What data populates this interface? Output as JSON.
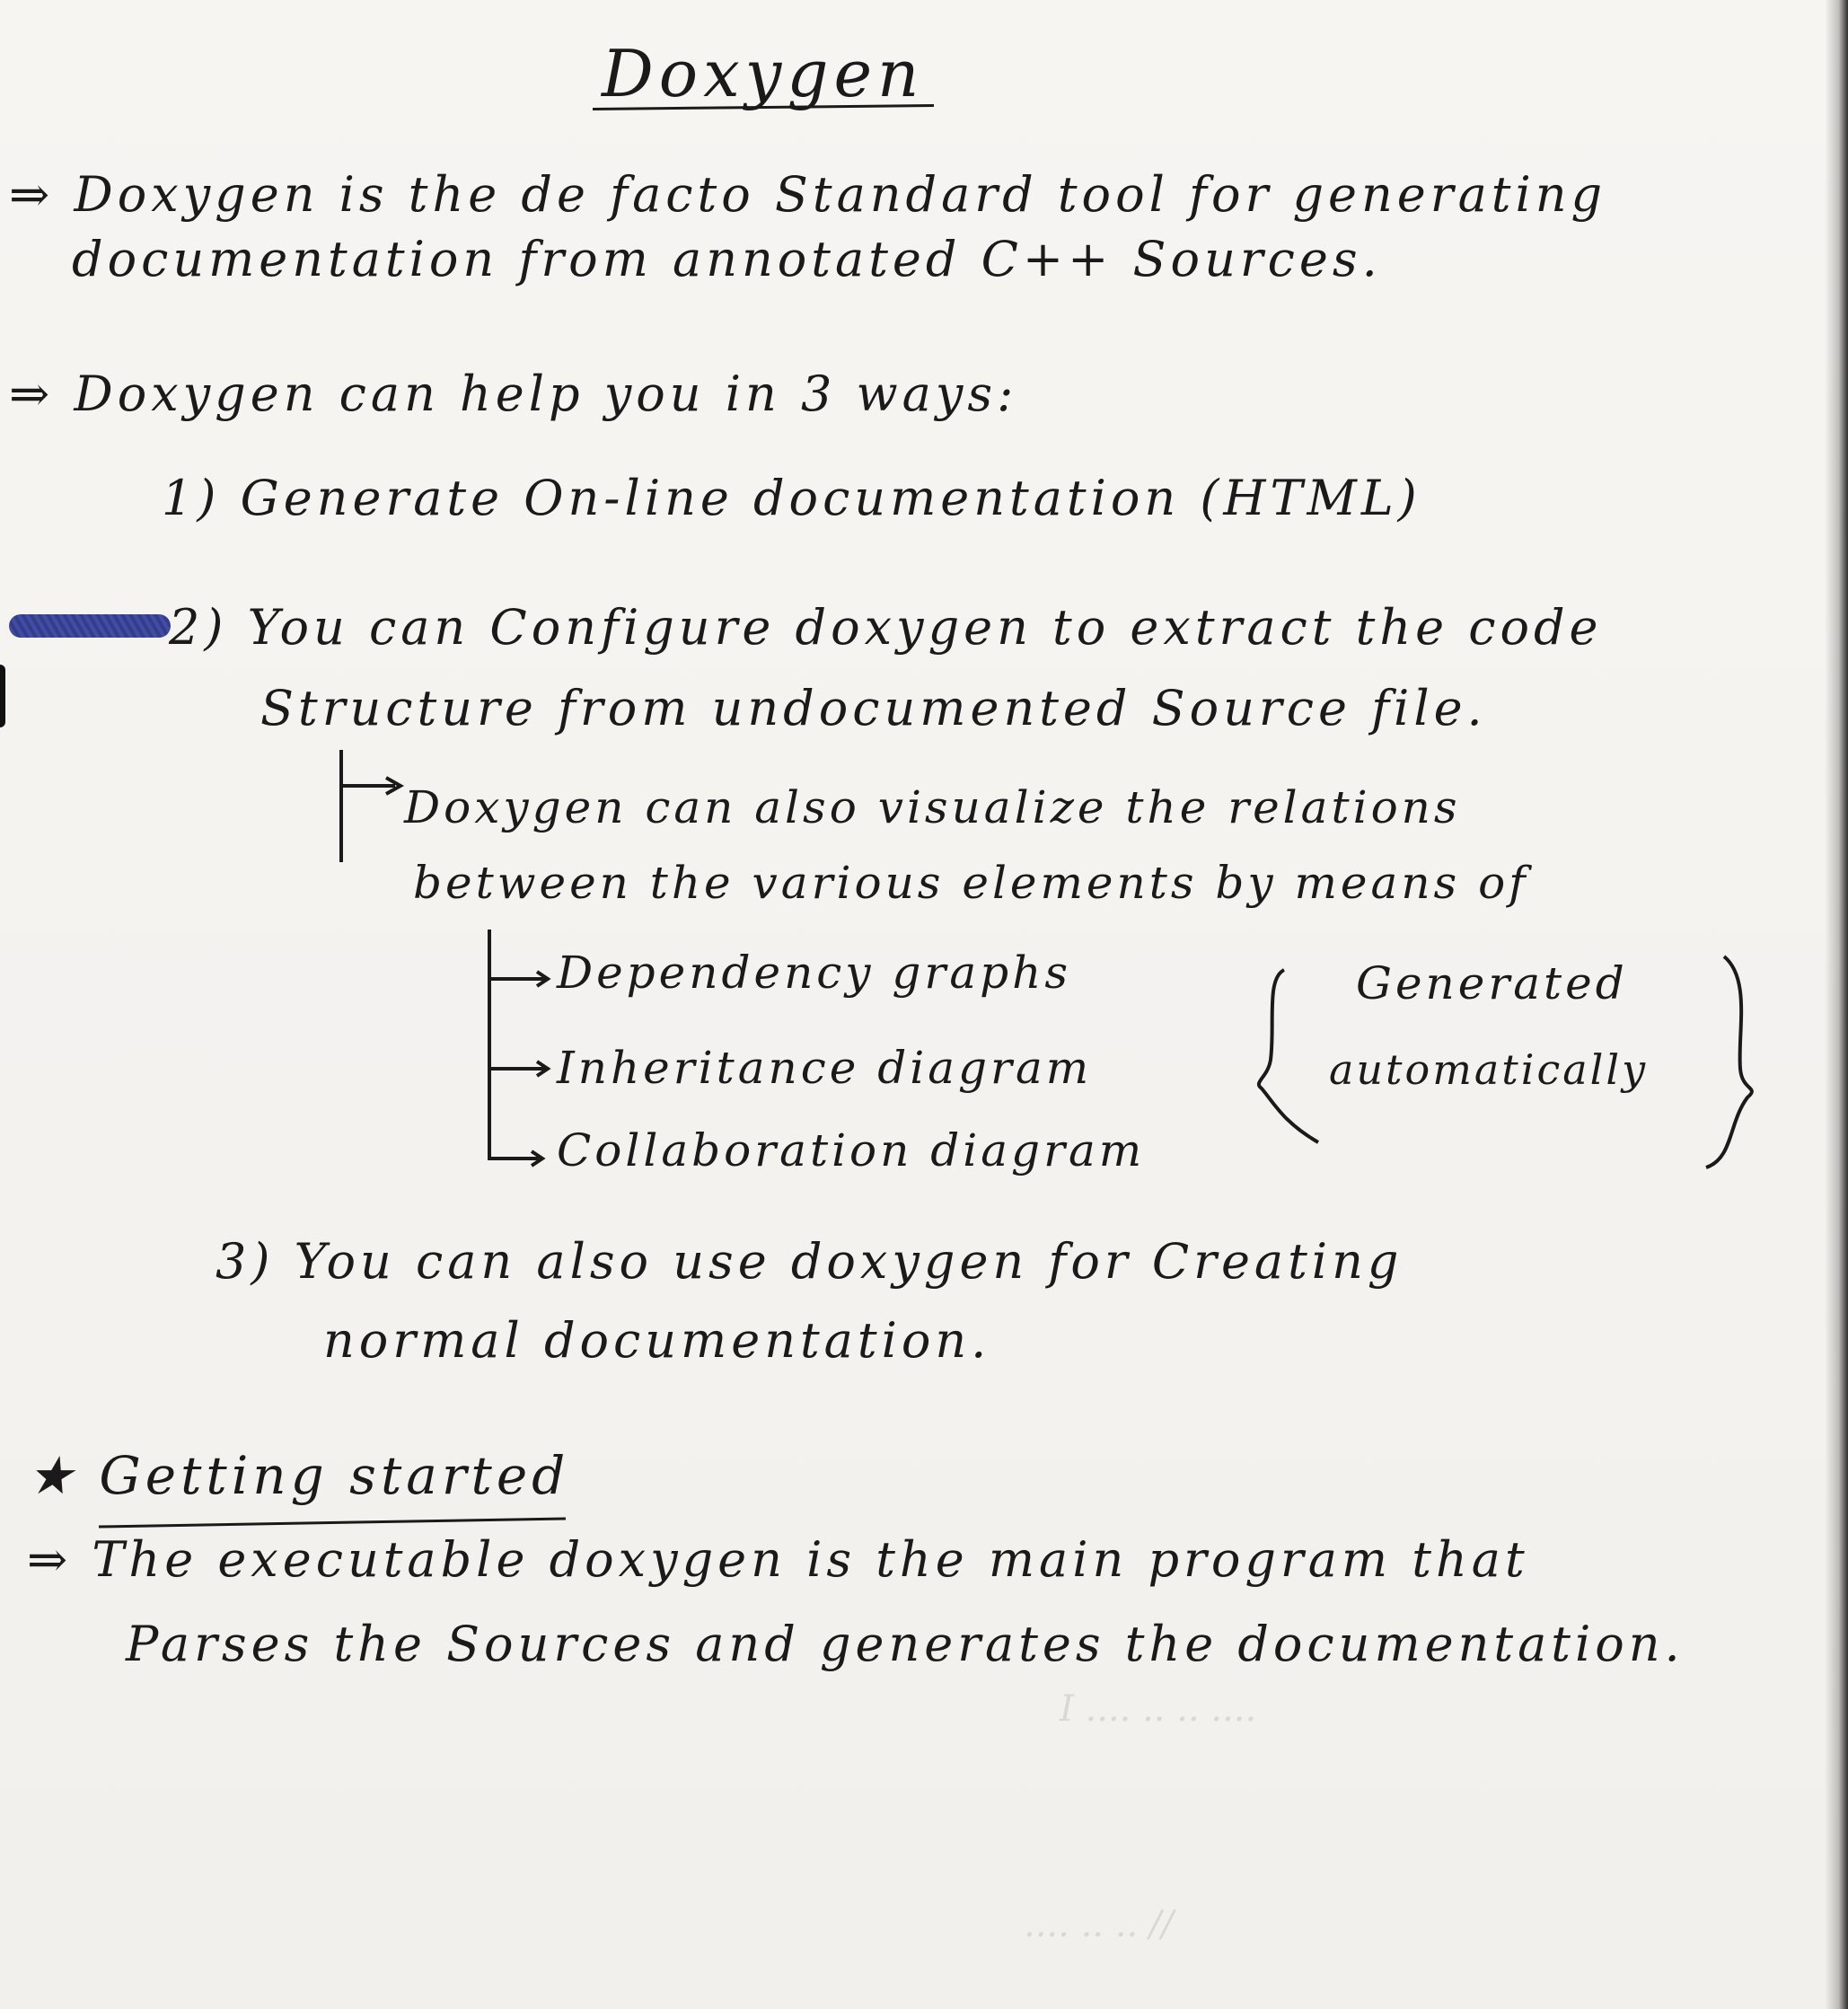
{
  "title": "Doxygen",
  "para1": {
    "line1": "⇒ Doxygen is the de facto Standard tool for generating",
    "line2": "documentation from annotated C++ Sources."
  },
  "para2": {
    "intro": "⇒ Doxygen can help you in 3 ways:",
    "way1": "1) Generate On-line documentation (HTML)",
    "way2_line1": "2) You can Configure doxygen to extract the code",
    "way2_line2": "Structure from undocumented Source file.",
    "sub_line1": "Doxygen can also visualize the relations",
    "sub_line2": "between the various elements by means of",
    "items": [
      "Dependency graphs",
      "Inheritance diagram",
      "Collaboration diagram"
    ],
    "note_line1": "Generated",
    "note_line2": "automatically",
    "way3_line1": "3) You can also use doxygen for Creating",
    "way3_line2": "normal documentation."
  },
  "getting_started": {
    "heading": "★ Getting started",
    "line1": "⇒ The executable doxygen is the main program that",
    "line2": "Parses the Sources and generates the documentation."
  }
}
